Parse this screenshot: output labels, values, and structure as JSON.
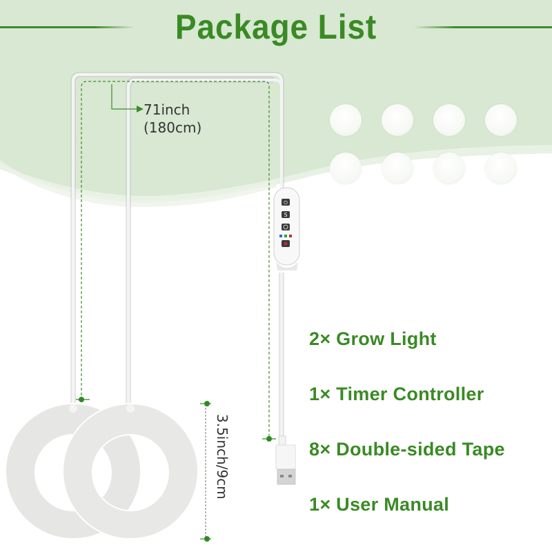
{
  "title": "Package List",
  "dimensions": {
    "cable_length_inch": "71inch",
    "cable_length_cm": "(180cm)",
    "ring_diameter": "3.5inch/9cm"
  },
  "package_items": [
    {
      "quantity": "2×",
      "name": "Grow Light",
      "label": "2× Grow Light"
    },
    {
      "quantity": "1×",
      "name": "Timer Controller",
      "label": "1× Timer Controller"
    },
    {
      "quantity": "8×",
      "name": "Double-sided Tape",
      "label": "8× Double-sided Tape"
    },
    {
      "quantity": "1×",
      "name": "User Manual",
      "label": "1× User Manual"
    }
  ],
  "controller_buttons": [
    "timer-icon",
    "mode-icon",
    "dimmer-icon",
    "power-icon"
  ],
  "controller_indicators": [
    "#2a6fd0",
    "#2aa04a",
    "#c0302a"
  ],
  "tape_count": 8,
  "colors": {
    "accent_green": "#3a8a24",
    "background_green": "#d8e8d2",
    "dashed_line": "#3d8a2a"
  }
}
